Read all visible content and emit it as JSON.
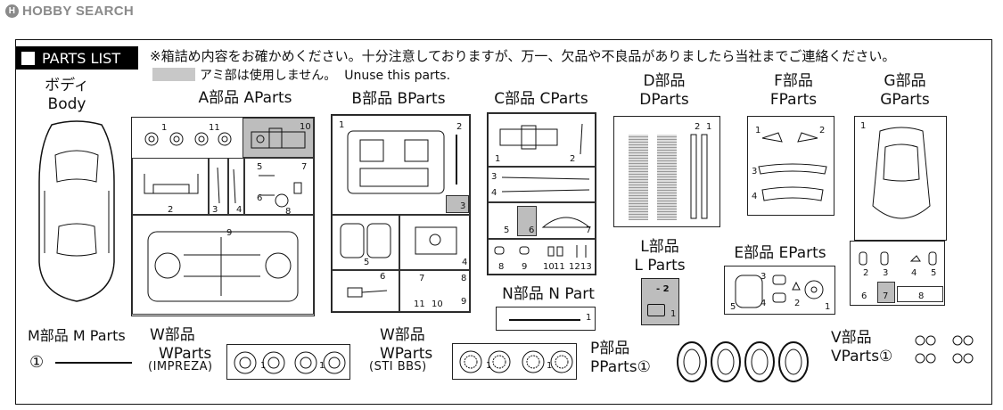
{
  "site": {
    "logo_text": "HOBBY SEARCH"
  },
  "header": {
    "title": "PARTS LIST",
    "notice": "※箱詰め内容をお確かめください。十分注意しておりますが、万一、欠品や不良品がありましたら当社までご連絡ください。",
    "unuse_jp": "アミ部は使用しません。",
    "unuse_en": "Unuse this parts."
  },
  "groups": {
    "body": {
      "jp": "ボディ",
      "en": "Body"
    },
    "a": {
      "label": "A部品 AParts",
      "nums": [
        "1",
        "11",
        "10",
        "2",
        "3",
        "4",
        "5",
        "7",
        "6",
        "8",
        "9"
      ]
    },
    "b": {
      "label": "B部品 BParts",
      "nums": [
        "1",
        "2",
        "3",
        "5",
        "4",
        "6",
        "7",
        "8",
        "11",
        "10",
        "9"
      ]
    },
    "c": {
      "label": "C部品 CParts",
      "nums": [
        "1",
        "2",
        "3",
        "4",
        "5",
        "6",
        "7",
        "8",
        "9",
        "10",
        "11",
        "12",
        "13"
      ]
    },
    "d": {
      "jp": "D部品",
      "en": "DParts",
      "nums": [
        "2",
        "1"
      ]
    },
    "f": {
      "jp": "F部品",
      "en": "FParts",
      "nums": [
        "1",
        "2",
        "3",
        "4"
      ]
    },
    "g": {
      "jp": "G部品",
      "en": "GParts",
      "nums": [
        "1",
        "2",
        "3",
        "4",
        "5",
        "6",
        "7",
        "8"
      ]
    },
    "l": {
      "jp": "L部品",
      "en": "L Parts",
      "nums": [
        "2",
        "1"
      ]
    },
    "e": {
      "label": "E部品 EParts",
      "nums": [
        "3",
        "5",
        "4",
        "2",
        "1"
      ]
    },
    "n": {
      "label": "N部品 N Part",
      "nums": [
        "1"
      ]
    },
    "m": {
      "label": "M部品 M Parts",
      "count": "①"
    },
    "w1": {
      "jp": "W部品",
      "en": "WParts",
      "note": "(IMPREZA)",
      "nums": [
        "1",
        "1"
      ]
    },
    "w2": {
      "jp": "W部品",
      "en": "WParts",
      "note": "(STI BBS)",
      "nums": [
        "1",
        "1"
      ]
    },
    "p": {
      "jp": "P部品",
      "en": "PParts①"
    },
    "v": {
      "jp": "V部品",
      "en": "VParts①"
    }
  }
}
